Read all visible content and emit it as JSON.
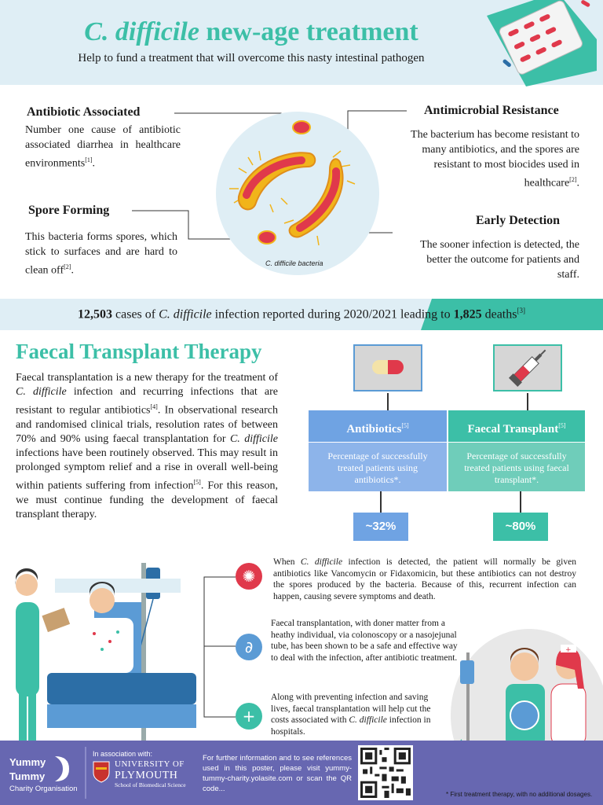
{
  "header": {
    "title_italic": "C. difficile",
    "title_rest": " new-age treatment",
    "subtitle": "Help to fund a treatment that will overcome this nasty intestinal pathogen"
  },
  "features": {
    "antibiotic": {
      "heading": "Antibiotic Associated",
      "text": "Number one cause of antibiotic associated diarrhea in healthcare environments",
      "ref": "[1]"
    },
    "resistance": {
      "heading": "Antimicrobial Resistance",
      "text": "The bacterium has become resistant to many antibiotics, and the spores are resistant to most biocides used in healthcare",
      "ref": "[2]"
    },
    "spore": {
      "heading": "Spore Forming",
      "text": "This bacteria forms spores, which stick to surfaces and are hard to clean off",
      "ref": "[2]"
    },
    "detection": {
      "heading": "Early Detection",
      "text": "The sooner infection is detected, the better the outcome for patients and staff."
    },
    "bacteria_label": "C. difficile bacteria"
  },
  "stats": {
    "cases": "12,503",
    "text1": " cases of ",
    "organism": "C. difficile",
    "text2": " infection reported during 2020/2021 leading to ",
    "deaths": "1,825",
    "text3": " deaths",
    "ref": "[3]"
  },
  "fecal": {
    "title": "Faecal Transplant Therapy",
    "p1": "Faecal transplantation is a new therapy for the treatment of ",
    "p1_italic": "C. difficile",
    "p2": " infection and recurring infections that are resistant to regular antibiotics",
    "ref4": "[4]",
    "p3": ". In observational research and randomised clinical trials, resolution rates of between 70% and 90% using faecal transplantation for ",
    "p3_italic": "C. difficile",
    "p4": " infections have been routinely observed. This may result in prolonged symptom relief and a rise in overall well-being  within patients suffering from infection",
    "ref5": "[5]",
    "p5": ".  For this reason, we must continue funding the development of faecal transplant therapy."
  },
  "comparison": {
    "antibiotics": {
      "label": "Antibiotics",
      "ref": "[5]",
      "desc": "Percentage of successfully treated patients using antibiotics*.",
      "value": "~32%"
    },
    "transplant": {
      "label": "Faecal Transplant",
      "ref": "[5]",
      "desc": "Percentage of successfully treated patients using faecal transplant*.",
      "value": "~80%"
    }
  },
  "steps": {
    "s1_a": "When ",
    "s1_italic": "C. difficile",
    "s1_b": " infection is detected, the patient will normally be given antibiotics like Vancomycin or Fidaxomicin, but these antibiotics can not destroy the spores produced by the bacteria. Because of this, recurrent infection can happen, causing severe symptoms and death.",
    "s2": "Faecal transplantation, with doner matter from a heathy individual, via colonoscopy or a nasojejunal tube, has been shown to be a safe and effective way to deal with the infection, after antibiotic treatment.",
    "s3_a": "Along with preventing infection and saving lives, faecal transplantation will help cut the costs associated with ",
    "s3_italic": "C. difficile",
    "s3_b": " infection in hospitals.",
    "plus": "+"
  },
  "footer": {
    "charity_1": "Yummy",
    "charity_2": "Tummy",
    "charity_3": "Charity Organisation",
    "assoc": "In association with:",
    "uni_1": "UNIVERSITY OF",
    "uni_2": "PLYMOUTH",
    "uni_3": "School of Biomedical Science",
    "info": "For further information and to see references used in this poster, please visit  yummy-tummy-charity.yolasite.com or scan the QR code...",
    "footnote": "* First treatment therapy, with no additional dosages."
  },
  "colors": {
    "teal": "#3cbfa7",
    "blue": "#6fa3e3",
    "red": "#e0394b",
    "purple": "#6767b1"
  }
}
